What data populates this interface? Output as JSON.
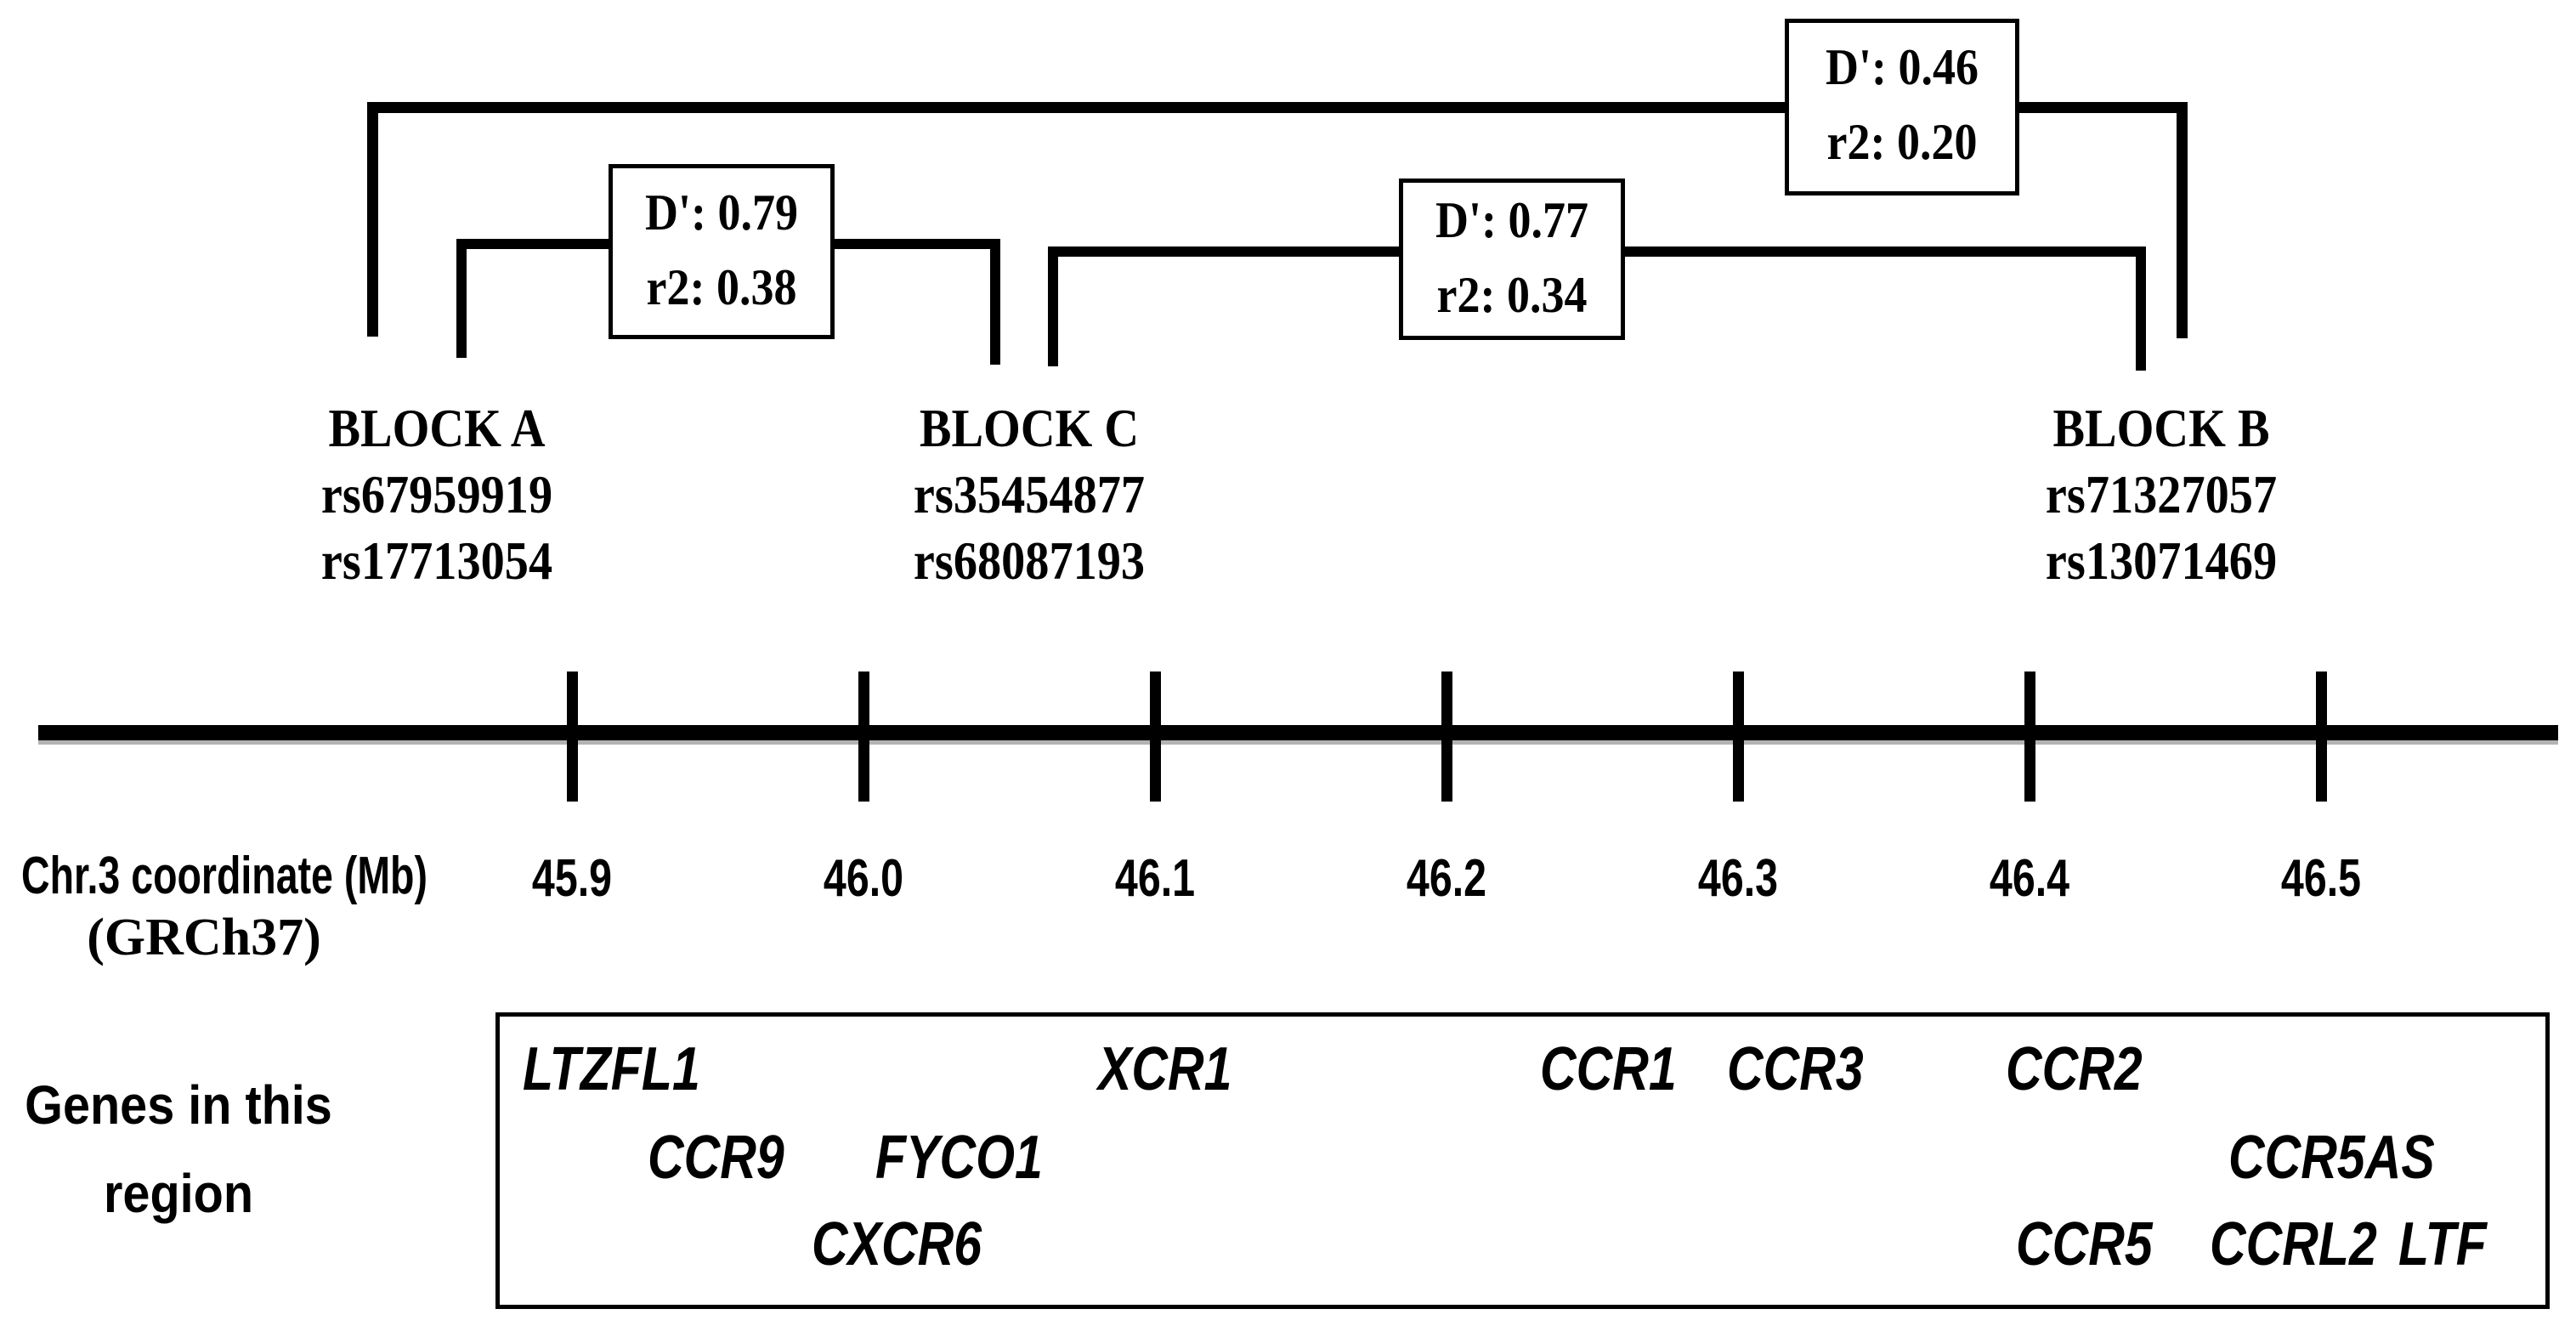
{
  "figure": {
    "background": "#ffffff",
    "ink": "#000000"
  },
  "ld_brackets": {
    "a_c": {
      "d_prime_label": "D': 0.79",
      "r2_label": "r2: 0.38",
      "d_prime": 0.79,
      "r2": 0.38
    },
    "c_b": {
      "d_prime_label": "D': 0.77",
      "r2_label": "r2: 0.34",
      "d_prime": 0.77,
      "r2": 0.34
    },
    "a_b": {
      "d_prime_label": "D': 0.46",
      "r2_label": "r2: 0.20",
      "d_prime": 0.46,
      "r2": 0.2
    }
  },
  "blocks": [
    {
      "label": "BLOCK A",
      "snps": [
        "rs67959919",
        "rs17713054"
      ]
    },
    {
      "label": "BLOCK C",
      "snps": [
        "rs35454877",
        "rs68087193"
      ]
    },
    {
      "label": "BLOCK B",
      "snps": [
        "rs71327057",
        "rs13071469"
      ]
    }
  ],
  "axis": {
    "label_line1": "Chr.3  coordinate (Mb)",
    "label_line2": "(GRCh37)",
    "ticks": [
      "45.9",
      "46.0",
      "46.1",
      "46.2",
      "46.3",
      "46.4",
      "46.5"
    ]
  },
  "genes_region": {
    "label_line1": "Genes in this",
    "label_line2": "region",
    "rows": [
      [
        "LTZFL1",
        "XCR1",
        "CCR1",
        "CCR3",
        "CCR2"
      ],
      [
        "CCR9",
        "FYCO1",
        "CCR5AS"
      ],
      [
        "CXCR6",
        "CCR5",
        "CCRL2",
        "LTF"
      ]
    ]
  }
}
